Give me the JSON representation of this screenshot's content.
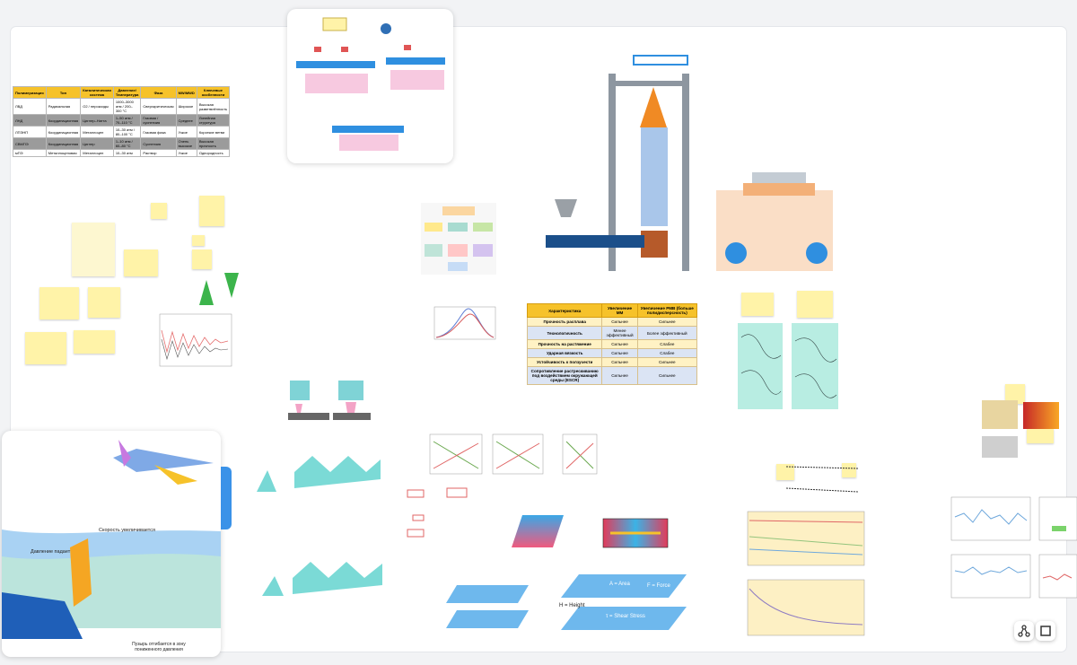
{
  "left_table": {
    "headers": [
      "Полимеризация",
      "Тип",
      "Каталитическая система",
      "Давление/ Температура",
      "Фаза",
      "MW/MWD",
      "Ключевые особенности"
    ],
    "rows": [
      [
        "ЛВД",
        "Радикальная",
        "O2 / пероксиды",
        "1000–3000 атм / 200–300 °C",
        "Сверхкритическая",
        "Широкое",
        "Высокая разветвлённость"
      ],
      [
        "ЛНД",
        "Координационная",
        "Циглер–Натта",
        "1–50 атм / 70–110 °C",
        "Газовая / суспензия",
        "Среднее",
        "Линейная структура"
      ],
      [
        "ЛПЭНП",
        "Координационная",
        "Металлоцен",
        "10–30 атм / 80–100 °C",
        "Газовая фаза",
        "Узкое",
        "Короткие ветви"
      ],
      [
        "СВМПЭ",
        "Координационная",
        "Циглер",
        "1–10 атм / 60–80 °C",
        "Суспензия",
        "Очень высокое",
        "Высокая прочность"
      ],
      [
        "мПЭ",
        "Металлоценовая",
        "Металлоцен",
        "10–30 атм",
        "Раствор",
        "Узкое",
        "Однородность"
      ]
    ]
  },
  "comparison_table": {
    "headers": [
      "Характеристика",
      "Увеличение ММ",
      "Увеличение РМВ (больше полидисперсность)"
    ],
    "rows": [
      [
        "Прочность расплава",
        "Сильнее",
        "Сильнее"
      ],
      [
        "Технологичность",
        "Менее эффективный",
        "Более эффективный"
      ],
      [
        "Прочность на растяжение",
        "Сильнее",
        "Слабее"
      ],
      [
        "Ударная вязкость",
        "Сильнее",
        "Слабее"
      ],
      [
        "Устойчивость к ползучести",
        "Сильнее",
        "Сильнее"
      ],
      [
        "Сопротивление растрескиванию под воздействием окружающей среды (ESCR)",
        "Сильнее",
        "Сильнее"
      ]
    ]
  },
  "flow_labels": {
    "pressure": "Давление падает",
    "speed": "Скорость увеличивается",
    "bubble": "Пузырь отгибается в зону пониженного давления"
  },
  "shear": {
    "area": "A = Area",
    "force": "F = Force",
    "height": "H = Height",
    "stress": "τ = Shear Stress"
  },
  "toolbar": {
    "connect_icon": "nodes-icon",
    "frame_icon": "square-icon"
  },
  "colors": {
    "sticky": "#fff3a8",
    "table_header": "#f6c22a",
    "accent_blue": "#2f8fe0",
    "teal": "#3fc7c3"
  }
}
